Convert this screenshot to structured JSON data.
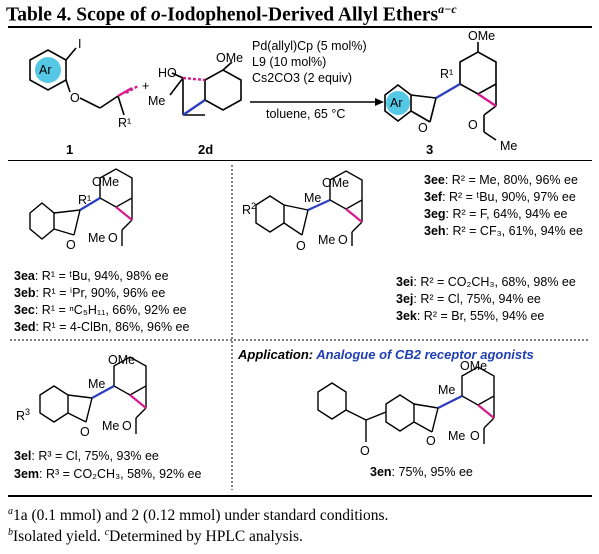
{
  "header": {
    "title_prefix": "Table 4. Scope of ",
    "title_italic": "o",
    "title_suffix": "-Iodophenol-Derived Allyl Ethers",
    "title_sup": "a−c"
  },
  "scheme": {
    "conditions": [
      "Pd(allyl)Cp (5 mol%)",
      "L9 (10 mol%)",
      "Cs2CO3 (2 equiv)",
      "toluene, 65 °C"
    ],
    "compound_labels": [
      "1",
      "2d",
      "3"
    ],
    "atom_labels": {
      "ar": "Ar",
      "iodo": "I",
      "oxygen": "O",
      "r1": "R¹",
      "plus": "+",
      "ho": "HO",
      "me": "Me",
      "ome": "OMe",
      "me_ketone": "Me",
      "o_ketone": "O"
    }
  },
  "results": {
    "panel_a": [
      {
        "id": "3ea",
        "text": ": R¹ = ᵗBu, 94%, 98% ee"
      },
      {
        "id": "3eb",
        "text": ": R¹ = ⁱPr, 90%, 96% ee"
      },
      {
        "id": "3ec",
        "text": ": R¹ = ⁿC₅H₁₁, 66%, 92% ee"
      },
      {
        "id": "3ed",
        "text": ": R¹ = 4-ClBn, 86%, 96% ee"
      }
    ],
    "panel_b_top": [
      {
        "id": "3ee",
        "text": ": R² = Me, 80%, 96% ee"
      },
      {
        "id": "3ef",
        "text": ": R² = ᵗBu, 90%, 97% ee"
      },
      {
        "id": "3eg",
        "text": ": R² = F, 64%, 94% ee"
      },
      {
        "id": "3eh",
        "text": ": R² = CF₃, 61%, 94% ee"
      }
    ],
    "panel_b_bottom": [
      {
        "id": "3ei",
        "text": ": R² = CO₂CH₃, 68%, 98% ee"
      },
      {
        "id": "3ej",
        "text": ": R² = Cl, 75%, 94% ee"
      },
      {
        "id": "3ek",
        "text": ": R² = Br, 55%, 94% ee"
      }
    ],
    "panel_c": [
      {
        "id": "3el",
        "text": ": R³ = Cl, 75%, 93% ee"
      },
      {
        "id": "3em",
        "text": ": R³ = CO₂CH₃, 58%, 92% ee"
      }
    ],
    "panel_d": [
      {
        "id": "3en",
        "text": ": 75%, 95% ee"
      }
    ]
  },
  "application": {
    "prefix": "Application: ",
    "text": "Analogue of CB2 receptor agonists"
  },
  "footnotes": {
    "a_mark": "a",
    "a_text": "1a (0.1 mmol) and 2 (0.12 mmol) under standard conditions.",
    "b_mark": "b",
    "b_text": "Isolated yield. ",
    "c_mark": "c",
    "c_text": "Determined by HPLC analysis."
  },
  "colors": {
    "ar_fill": "#55c8e6",
    "highlight_bond": "#d81b8c",
    "highlight_blue": "#2b3fc0",
    "application_blue": "#1f3fb5"
  }
}
